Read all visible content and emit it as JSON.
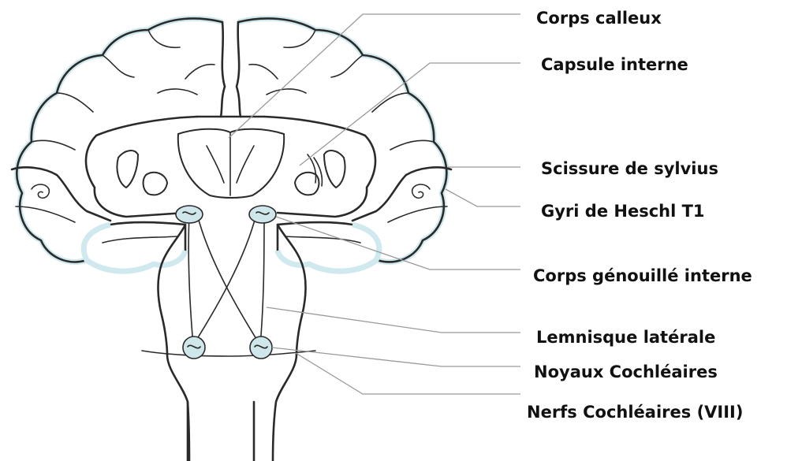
{
  "labels": {
    "corps_calleux": "Corps calleux",
    "capsule_interne": "Capsule interne",
    "scissure_sylvius": "Scissure de sylvius",
    "gyri_heschl": "Gyri de Heschl T1",
    "corps_genouille": "Corps génouillé interne",
    "lemnisque": "Lemnisque latérale",
    "noyaux_cochleaires": "Noyaux Cochléaires",
    "nerfs_cochleaires": "Nerfs Cochléaires (VIII)"
  },
  "colors": {
    "outline": "#2a2a2a",
    "cortex_rim": "#cfe9ee",
    "nucleus_fill": "#cfe6ea",
    "leader_line": "#9a9a9a",
    "label_text": "#111111"
  }
}
